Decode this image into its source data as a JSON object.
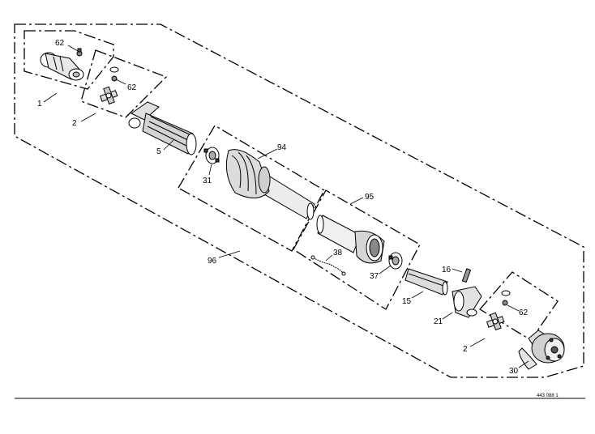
{
  "diagram": {
    "reference_number": "443 088 1",
    "callouts": [
      {
        "id": "c62a",
        "text": "62"
      },
      {
        "id": "c1",
        "text": "1"
      },
      {
        "id": "c62b",
        "text": "62"
      },
      {
        "id": "c2a",
        "text": "2"
      },
      {
        "id": "c5",
        "text": "5"
      },
      {
        "id": "c94",
        "text": "94"
      },
      {
        "id": "c31",
        "text": "31"
      },
      {
        "id": "c95",
        "text": "95"
      },
      {
        "id": "c38",
        "text": "38"
      },
      {
        "id": "c37",
        "text": "37"
      },
      {
        "id": "c96",
        "text": "96"
      },
      {
        "id": "c16",
        "text": "16"
      },
      {
        "id": "c15",
        "text": "15"
      },
      {
        "id": "c21",
        "text": "21"
      },
      {
        "id": "c62c",
        "text": "62"
      },
      {
        "id": "c2b",
        "text": "2"
      },
      {
        "id": "c30",
        "text": "30"
      }
    ]
  }
}
